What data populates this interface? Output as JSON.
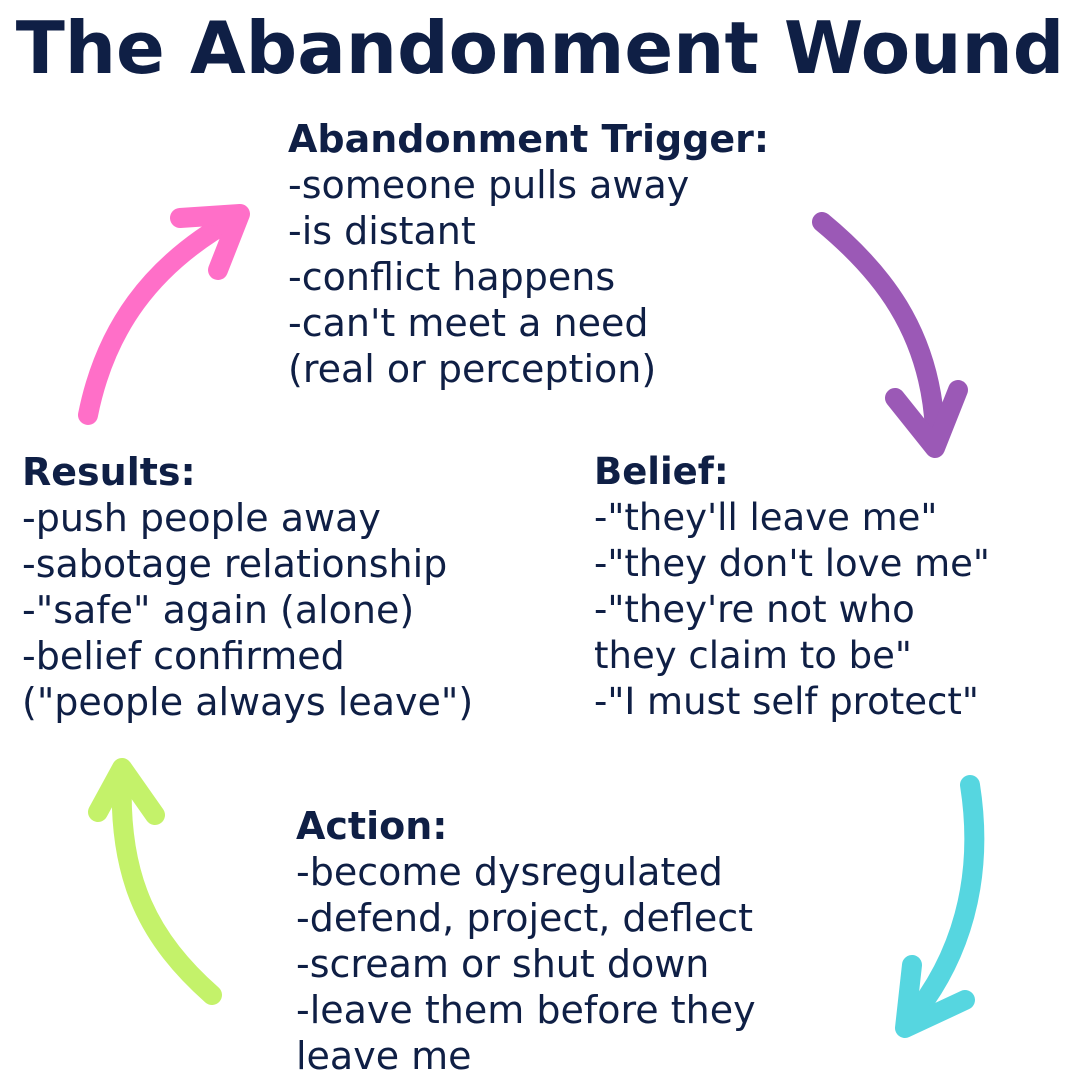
{
  "title": "The Abandonment Wound",
  "colors": {
    "text": "#0f1f45",
    "arrow_trigger_to_belief": "#9b59b6",
    "arrow_belief_to_action": "#56d6e0",
    "arrow_action_to_results": "#c4f26a",
    "arrow_results_to_trigger": "#ff6fc8"
  },
  "trigger": {
    "heading": "Abandonment Trigger:",
    "lines": [
      "-someone pulls away",
      "-is distant",
      "-conflict happens",
      "-can't meet a need",
      "(real or perception)"
    ]
  },
  "belief": {
    "heading": "Belief:",
    "lines": [
      "-\"they'll leave me\"",
      "-\"they don't love me\"",
      "-\"they're not who",
      "they claim to be\"",
      "-\"I must self protect\""
    ]
  },
  "action": {
    "heading": "Action:",
    "lines": [
      "-become dysregulated",
      "-defend, project, deflect",
      "-scream or shut down",
      "-leave them before they",
      "leave me"
    ]
  },
  "results": {
    "heading": "Results:",
    "lines": [
      "-push people away",
      "-sabotage relationship",
      "-\"safe\" again (alone)",
      "-belief confirmed",
      "(\"people always leave\")"
    ]
  }
}
